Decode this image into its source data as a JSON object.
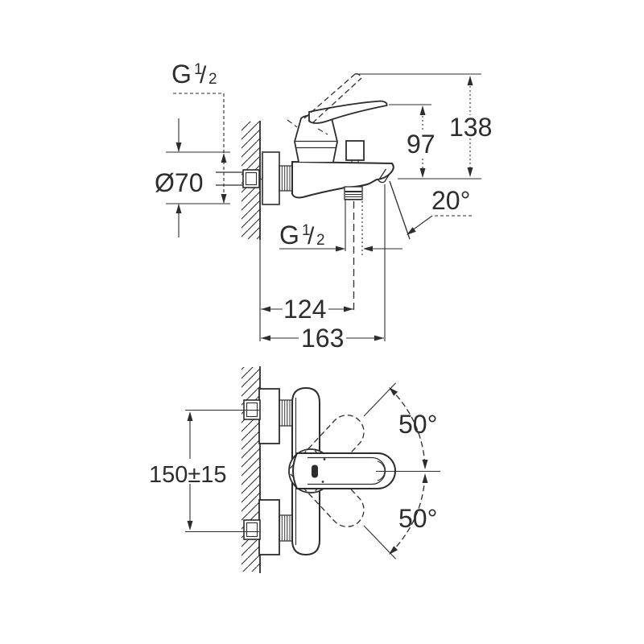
{
  "drawing": {
    "ink": "#2d2d2d",
    "background": "#ffffff"
  },
  "top_view": {
    "inlet_thread": {
      "symbol": "G",
      "numerator": "1",
      "slash": "/",
      "denominator": "2"
    },
    "flange_diameter": "Ø70",
    "handle_height": "97",
    "raised_handle_height": "138",
    "spout_angle": "20°",
    "outlet_thread": {
      "symbol": "G",
      "numerator": "1",
      "slash": "/",
      "denominator": "2"
    },
    "wall_to_outlet_center": "124",
    "wall_to_spout_tip": "163"
  },
  "front_view": {
    "connection_spacing": "150±15",
    "lever_swing_up": "50°",
    "lever_swing_down": "50°"
  }
}
